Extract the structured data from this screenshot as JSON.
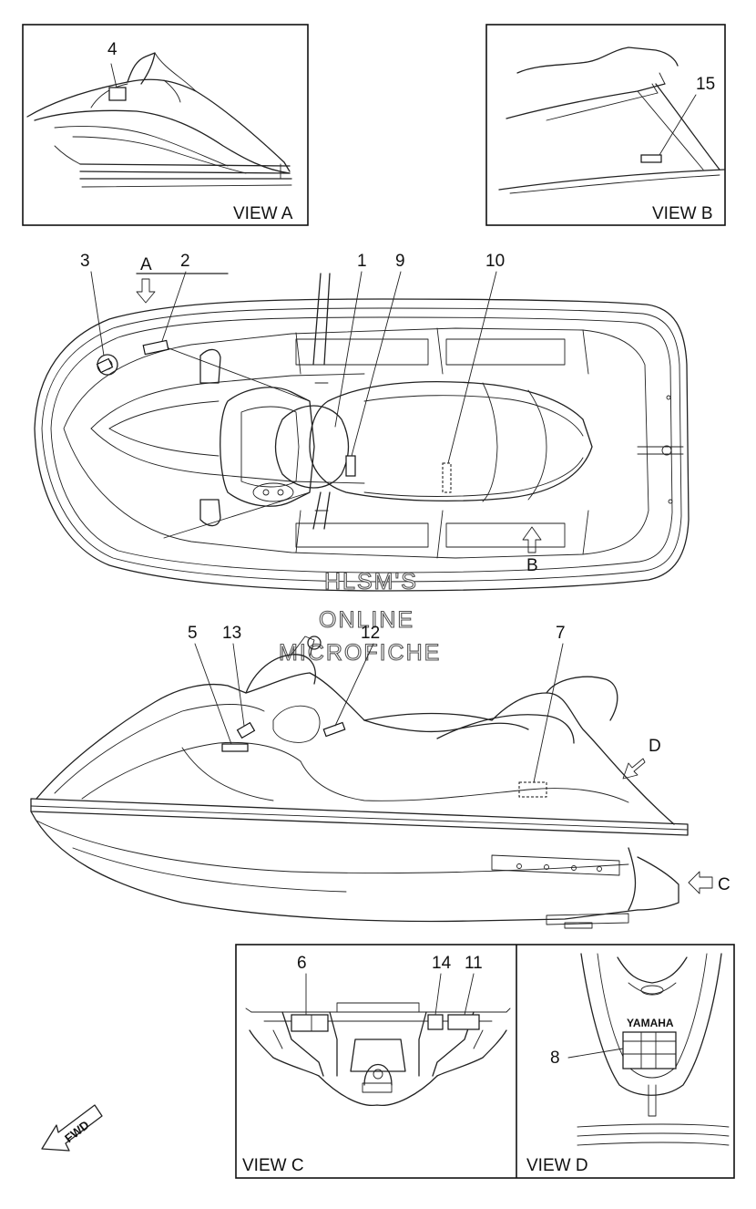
{
  "views": {
    "a": "VIEW A",
    "b": "VIEW B",
    "c": "VIEW C",
    "d": "VIEW D"
  },
  "arrows": {
    "a": "A",
    "b": "B",
    "c": "C",
    "d": "D"
  },
  "callouts": [
    "1",
    "2",
    "3",
    "4",
    "5",
    "6",
    "7",
    "8",
    "9",
    "10",
    "11",
    "12",
    "13",
    "14",
    "15"
  ],
  "watermark": [
    "HLSM'S",
    "ONLINE",
    "MICROFICHE"
  ],
  "fwd": "FWD",
  "brand": "YAMAHA"
}
